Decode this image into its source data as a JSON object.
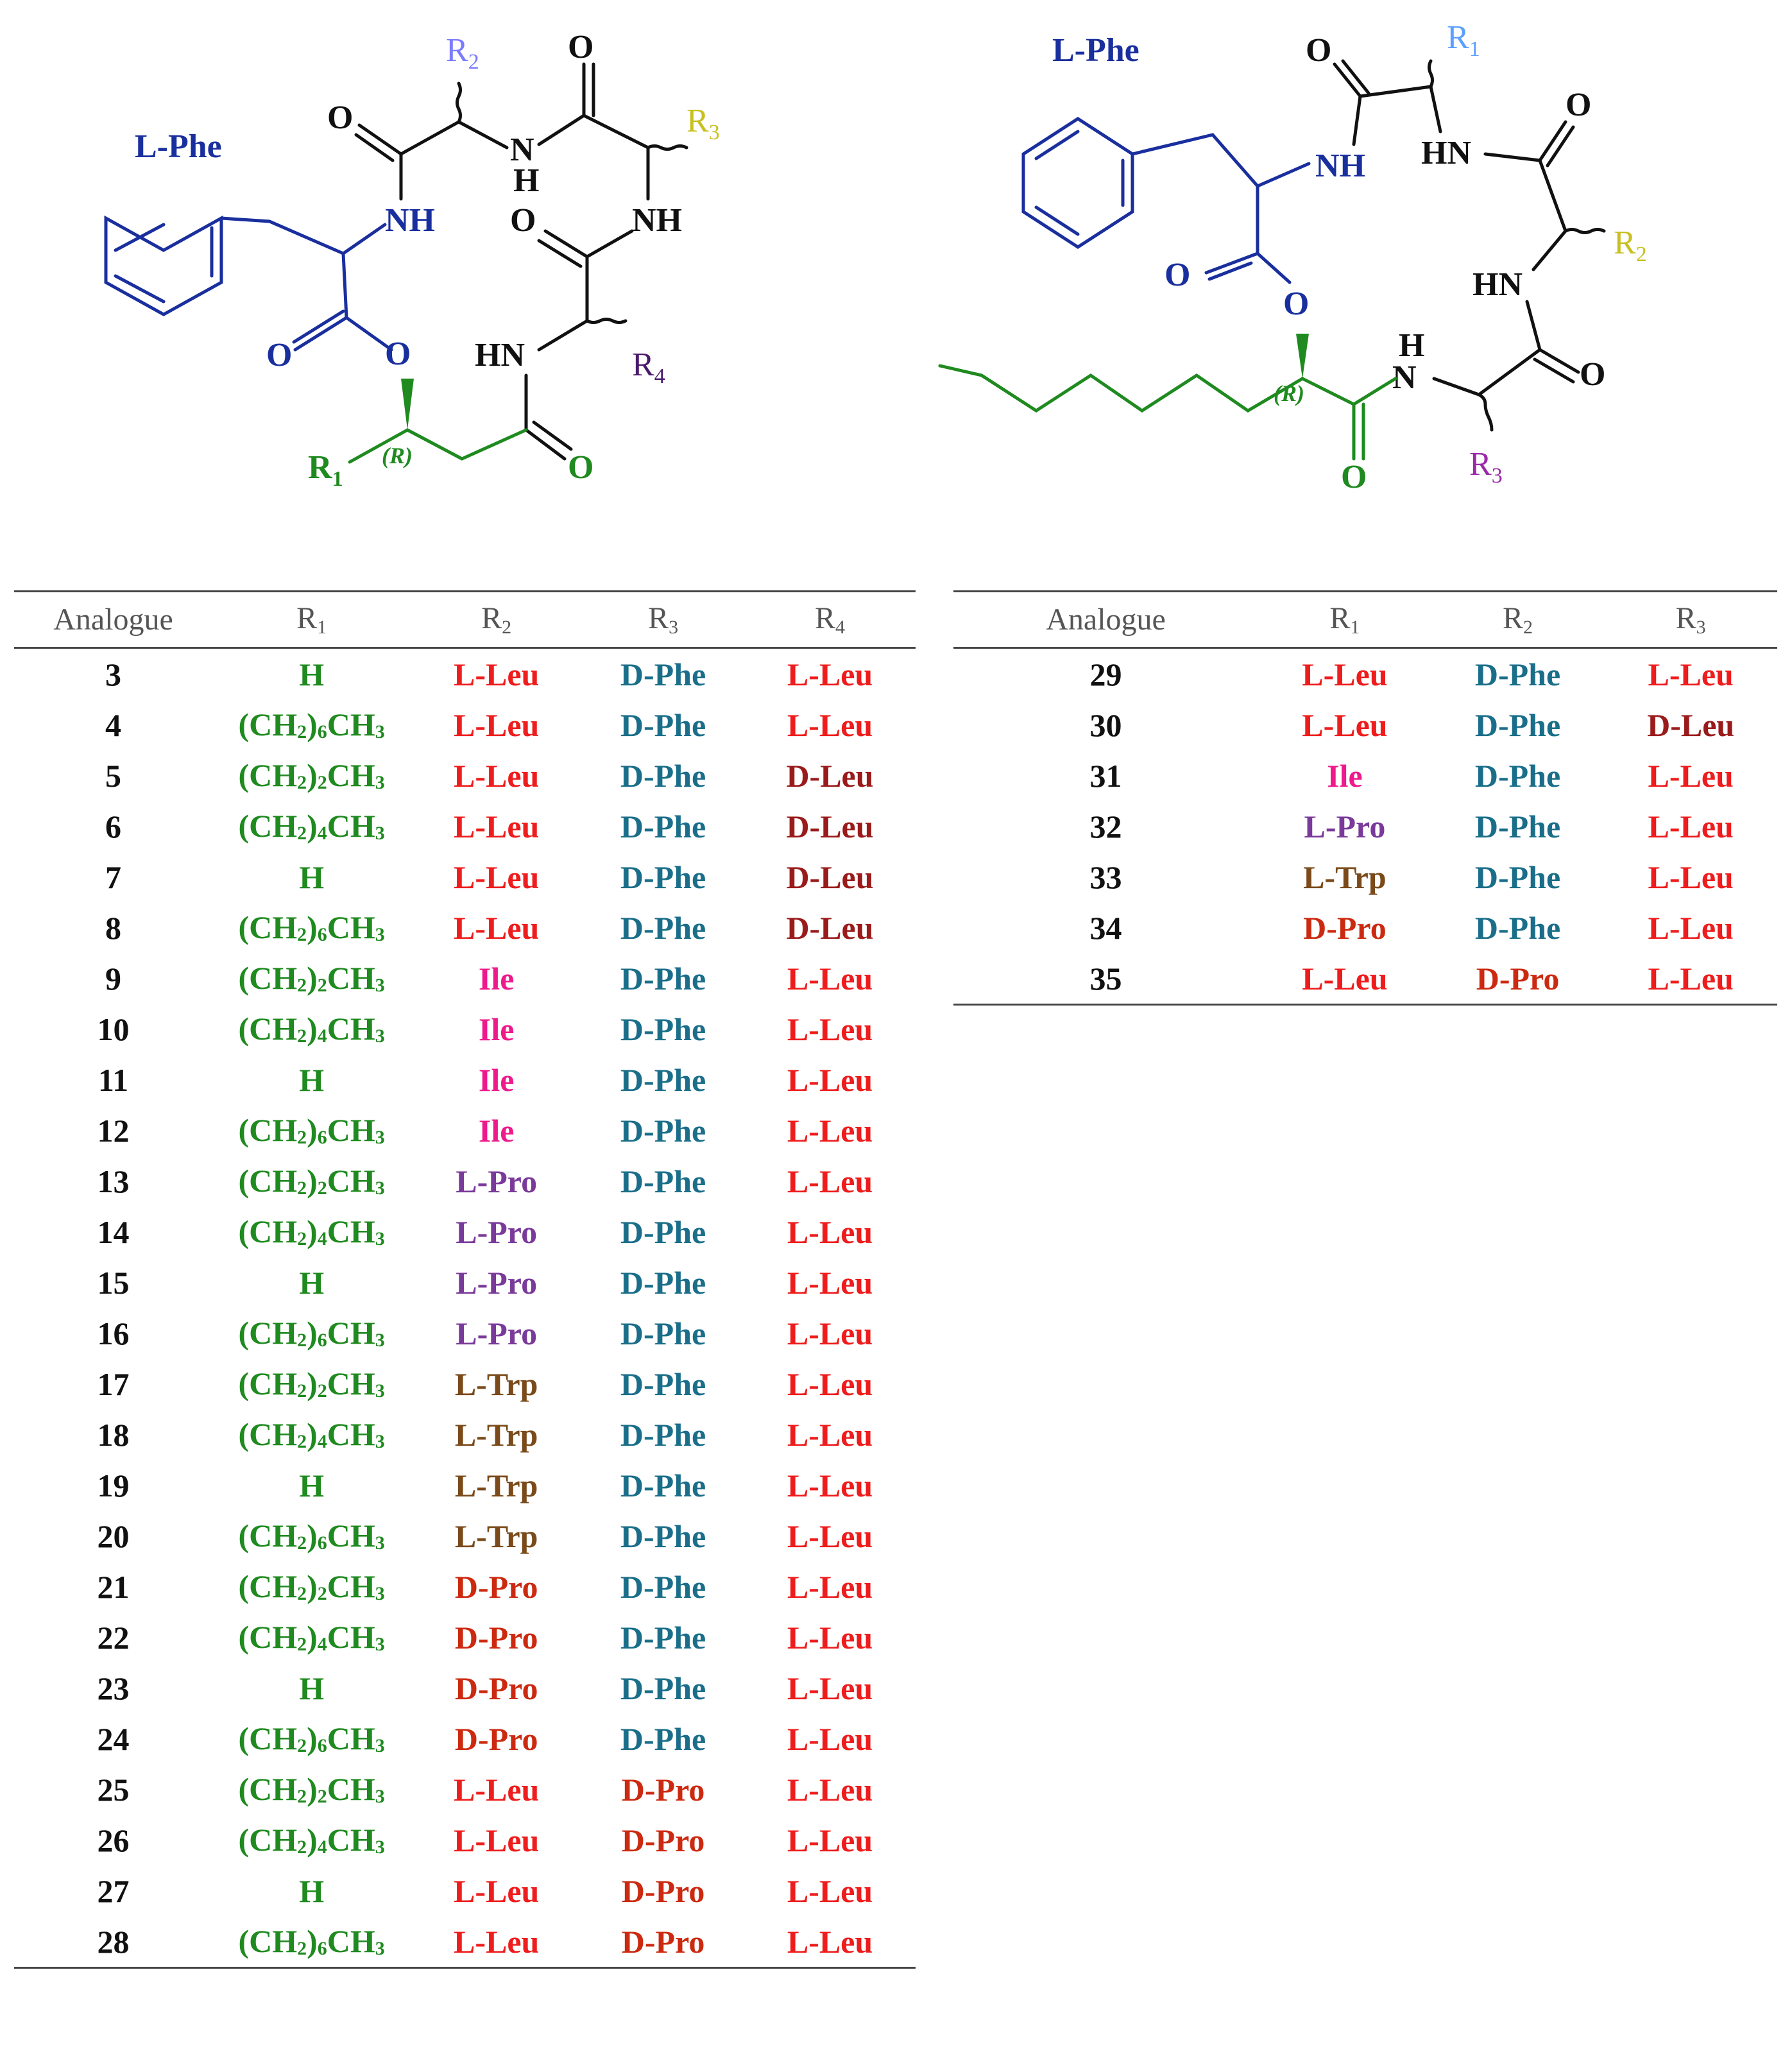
{
  "structure_left": {
    "phe_label": "L-Phe",
    "R1": "R",
    "R1_sub": "1",
    "R2": "R",
    "R2_sub": "2",
    "R3": "R",
    "R3_sub": "3",
    "R4": "R",
    "R4_sub": "4",
    "stereo": "(R)",
    "atoms": {
      "O": "O",
      "NH": "NH",
      "HN": "HN",
      "N": "N",
      "H": "H"
    }
  },
  "structure_right": {
    "phe_label": "L-Phe",
    "R1": "R",
    "R1_sub": "1",
    "R2": "R",
    "R2_sub": "2",
    "R3": "R",
    "R3_sub": "3",
    "stereo": "(R)"
  },
  "colors": {
    "phe": "#1a2f9e",
    "R1_left": "#1f8a1f",
    "R2_left": "#7b7bff",
    "R3_left": "#c8c020",
    "R4_left": "#4a1a6a",
    "R1_right": "#5aa0ff",
    "R2_right": "#c8c020",
    "R3_right": "#9a2aa8",
    "chain": "#1f8a1f",
    "H": "#1f8a1f",
    "alkyl": "#1f8a1f",
    "L-Leu": "#ee1c1c",
    "D-Leu": "#9a1b1b",
    "D-Phe": "#1a6e8a",
    "Ile": "#ee1a8c",
    "L-Pro": "#7a3a9a",
    "L-Trp": "#7a4a1a",
    "D-Pro": "#cc2a10"
  },
  "table_left": {
    "headers": [
      "Analogue",
      "R1",
      "R2",
      "R3",
      "R4"
    ],
    "rows": [
      [
        "3",
        "H",
        "L-Leu",
        "D-Phe",
        "L-Leu"
      ],
      [
        "4",
        "(CH2)6CH3",
        "L-Leu",
        "D-Phe",
        "L-Leu"
      ],
      [
        "5",
        "(CH2)2CH3",
        "L-Leu",
        "D-Phe",
        "D-Leu"
      ],
      [
        "6",
        "(CH2)4CH3",
        "L-Leu",
        "D-Phe",
        "D-Leu"
      ],
      [
        "7",
        "H",
        "L-Leu",
        "D-Phe",
        "D-Leu"
      ],
      [
        "8",
        "(CH2)6CH3",
        "L-Leu",
        "D-Phe",
        "D-Leu"
      ],
      [
        "9",
        "(CH2)2CH3",
        "Ile",
        "D-Phe",
        "L-Leu"
      ],
      [
        "10",
        "(CH2)4CH3",
        "Ile",
        "D-Phe",
        "L-Leu"
      ],
      [
        "11",
        "H",
        "Ile",
        "D-Phe",
        "L-Leu"
      ],
      [
        "12",
        "(CH2)6CH3",
        "Ile",
        "D-Phe",
        "L-Leu"
      ],
      [
        "13",
        "(CH2)2CH3",
        "L-Pro",
        "D-Phe",
        "L-Leu"
      ],
      [
        "14",
        "(CH2)4CH3",
        "L-Pro",
        "D-Phe",
        "L-Leu"
      ],
      [
        "15",
        "H",
        "L-Pro",
        "D-Phe",
        "L-Leu"
      ],
      [
        "16",
        "(CH2)6CH3",
        "L-Pro",
        "D-Phe",
        "L-Leu"
      ],
      [
        "17",
        "(CH2)2CH3",
        "L-Trp",
        "D-Phe",
        "L-Leu"
      ],
      [
        "18",
        "(CH2)4CH3",
        "L-Trp",
        "D-Phe",
        "L-Leu"
      ],
      [
        "19",
        "H",
        "L-Trp",
        "D-Phe",
        "L-Leu"
      ],
      [
        "20",
        "(CH2)6CH3",
        "L-Trp",
        "D-Phe",
        "L-Leu"
      ],
      [
        "21",
        "(CH2)2CH3",
        "D-Pro",
        "D-Phe",
        "L-Leu"
      ],
      [
        "22",
        "(CH2)4CH3",
        "D-Pro",
        "D-Phe",
        "L-Leu"
      ],
      [
        "23",
        "H",
        "D-Pro",
        "D-Phe",
        "L-Leu"
      ],
      [
        "24",
        "(CH2)6CH3",
        "D-Pro",
        "D-Phe",
        "L-Leu"
      ],
      [
        "25",
        "(CH2)2CH3",
        "L-Leu",
        "D-Pro",
        "L-Leu"
      ],
      [
        "26",
        "(CH2)4CH3",
        "L-Leu",
        "D-Pro",
        "L-Leu"
      ],
      [
        "27",
        "H",
        "L-Leu",
        "D-Pro",
        "L-Leu"
      ],
      [
        "28",
        "(CH2)6CH3",
        "L-Leu",
        "D-Pro",
        "L-Leu"
      ]
    ]
  },
  "table_right": {
    "headers": [
      "Analogue",
      "R1",
      "R2",
      "R3"
    ],
    "rows": [
      [
        "29",
        "L-Leu",
        "D-Phe",
        "L-Leu"
      ],
      [
        "30",
        "L-Leu",
        "D-Phe",
        "D-Leu"
      ],
      [
        "31",
        "Ile",
        "D-Phe",
        "L-Leu"
      ],
      [
        "32",
        "L-Pro",
        "D-Phe",
        "L-Leu"
      ],
      [
        "33",
        "L-Trp",
        "D-Phe",
        "L-Leu"
      ],
      [
        "34",
        "D-Pro",
        "D-Phe",
        "L-Leu"
      ],
      [
        "35",
        "L-Leu",
        "D-Pro",
        "L-Leu"
      ]
    ]
  }
}
